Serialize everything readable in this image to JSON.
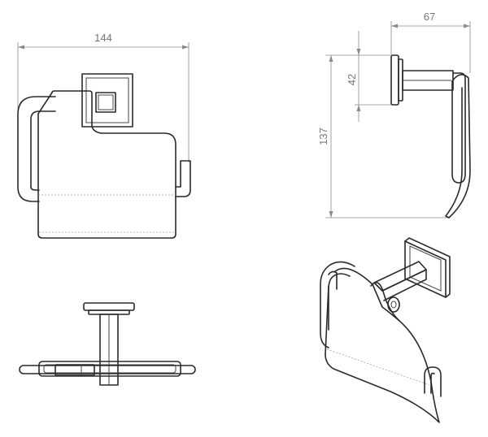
{
  "dimensions": {
    "overall_width": "144",
    "depth": "67",
    "plate_height": "42",
    "overall_height": "137"
  },
  "views": [
    "front-view",
    "side-view",
    "top-view",
    "isometric-view"
  ]
}
